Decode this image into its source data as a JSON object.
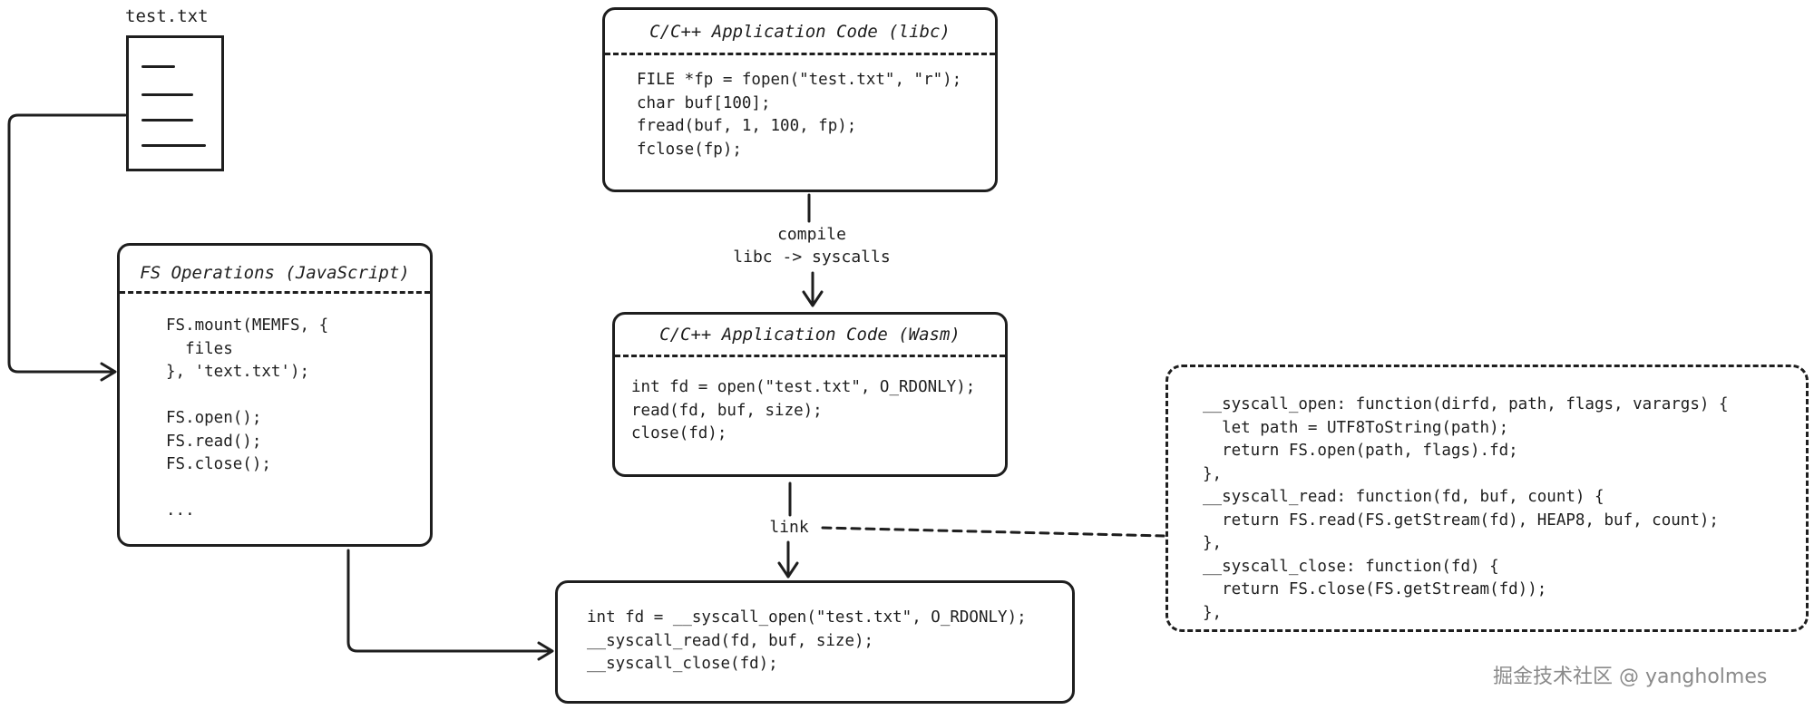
{
  "file_icon": {
    "label": "test.txt"
  },
  "app_libc": {
    "title": "C/C++ Application Code (libc)",
    "code": "FILE *fp = fopen(\"test.txt\", \"r\");\nchar buf[100];\nfread(buf, 1, 100, fp);\nfclose(fp);"
  },
  "compile_label": {
    "text": "compile\nlibc -> syscalls"
  },
  "app_wasm": {
    "title": "C/C++ Application Code (Wasm)",
    "code": "int fd = open(\"test.txt\", O_RDONLY);\nread(fd, buf, size);\nclose(fd);"
  },
  "fs_ops": {
    "title": "FS Operations (JavaScript)",
    "code": "FS.mount(MEMFS, {\n  files\n}, 'text.txt');\n\nFS.open();\nFS.read();\nFS.close();\n\n..."
  },
  "link_label": {
    "text": "link"
  },
  "syscall_impl": {
    "code": "__syscall_open: function(dirfd, path, flags, varargs) {\n  let path = UTF8ToString(path);\n  return FS.open(path, flags).fd;\n},\n__syscall_read: function(fd, buf, count) {\n  return FS.read(FS.getStream(fd), HEAP8, buf, count);\n},\n__syscall_close: function(fd) {\n  return FS.close(FS.getStream(fd));\n},"
  },
  "syscalls_box": {
    "code": "int fd = __syscall_open(\"test.txt\", O_RDONLY);\n__syscall_read(fd, buf, size);\n__syscall_close(fd);"
  },
  "watermark": {
    "text": "掘金技术社区 @ yangholmes"
  },
  "colors": {
    "stroke": "#1e1e1e",
    "background": "#ffffff",
    "watermark": "#8a8a8a"
  }
}
